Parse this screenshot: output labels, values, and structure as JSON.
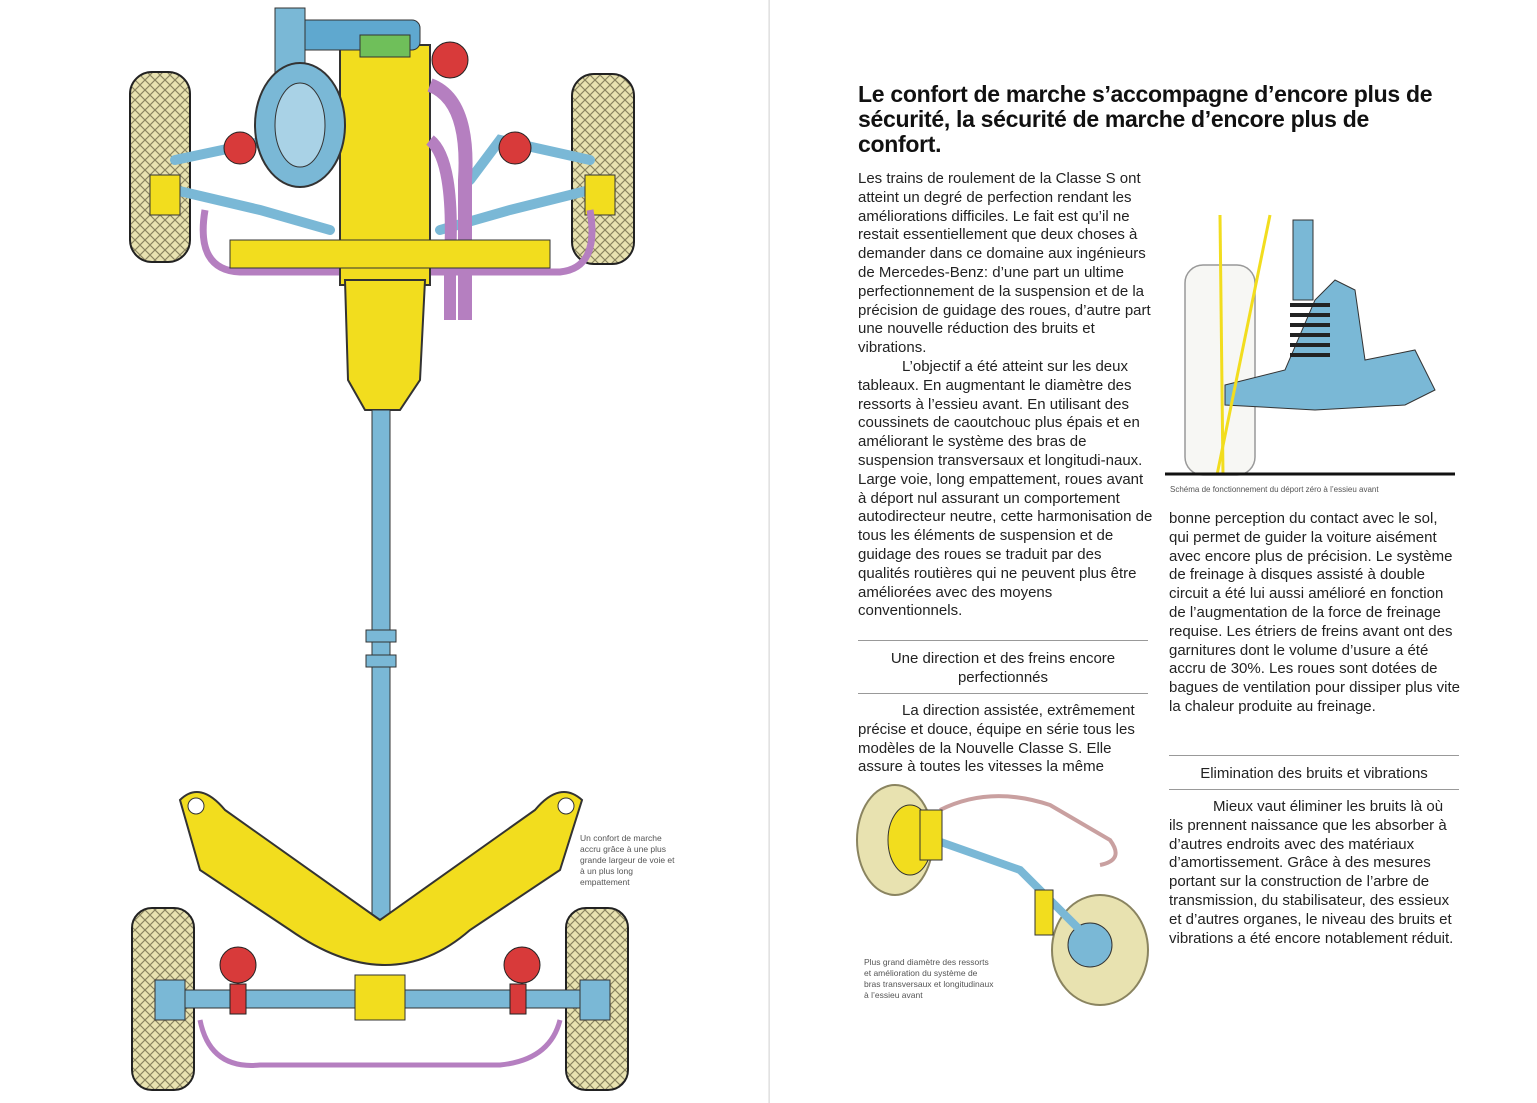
{
  "headline": "Le confort de marche s’accompagne d’encore plus de sécurité, la sécurité de marche d’encore plus de confort.",
  "column1": {
    "paragraph1": "Les trains de roulement de la Classe S ont atteint un degré de perfection rendant les améliorations difficiles. Le fait est qu’il ne restait essentiellement que deux choses à demander dans ce domaine aux ingénieurs de Mercedes-Benz: d’une part un ultime perfectionnement de la suspension et de la précision de guidage des roues, d’autre part une nouvelle réduction des bruits et vibrations.",
    "paragraph2": "L’objectif a été atteint sur les deux tableaux. En augmentant le diamètre des ressorts à l’essieu avant. En utilisant des coussinets de caoutchouc plus épais et en améliorant le système des bras de suspension transversaux et longitudi-naux. Large voie, long empattement, roues avant à déport nul assurant un comportement autodirecteur neutre, cette harmonisation de tous les éléments de suspension et de guidage des roues se traduit par des qualités routières qui ne peuvent plus être améliorées avec des moyens conventionnels.",
    "subhead": "Une direction et des freins encore perfectionnés",
    "paragraph3": "La direction assistée, extrêmement précise et douce, équipe en série tous les modèles de la Nouvelle Classe S. Elle assure à toutes les vitesses la même"
  },
  "column2": {
    "paragraph1": "bonne perception du contact avec le sol, qui permet de guider la voiture aisément avec encore plus de précision. Le système de freinage à disques assisté à double circuit a été lui aussi amélioré en fonction de l’augmentation de la force de freinage requise. Les étriers de freins avant ont des garnitures dont le volume d’usure a été accru de 30%. Les roues sont dotées de bagues de ventilation pour dissiper plus vite la chaleur produite au freinage.",
    "subhead": "Elimination des bruits et vibrations",
    "paragraph2": "Mieux vaut éliminer les bruits là où ils prennent naissance que les absorber à d’autres endroits avec des matériaux d’amortissement. Grâce à des mesures portant sur la construction de l’arbre de transmission, du stabilisateur, des essieux et d’autres organes, le niveau des bruits et vibrations a été encore notablement réduit."
  },
  "captions": {
    "chassis": "Un confort de marche accru grâce à une plus grande largeur de voie et à un plus long empattement",
    "scrub_radius": "Schéma de fonctionnement du déport zéro à l’essieu avant",
    "front_axle": "Plus grand diamètre des ressorts et amélioration du système de bras transversaux et longitudinaux à l’essieu avant"
  },
  "colors": {
    "yellow": "#f2dd1e",
    "steel_blue": "#7ab8d6",
    "purple": "#b57fc0",
    "red": "#d83a3a",
    "tire": "#e8e2b0"
  }
}
